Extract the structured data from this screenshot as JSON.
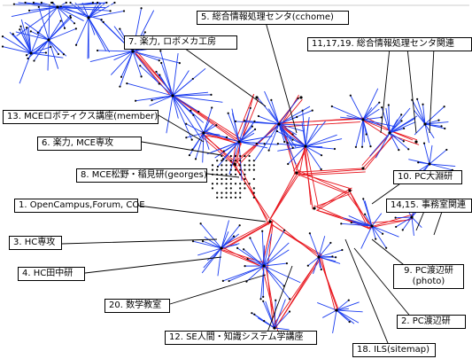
{
  "labels": {
    "l5": "5. 総合情報処理センタ(cchome)",
    "l7": "7. 楽力, ロボメカ工房",
    "l11": "11,17,19. 総合情報処理センタ関連",
    "l13": "13. MCEロボティクス講座(member)",
    "l6": "6. 楽力, MCE専攻",
    "l8": "8. MCE松野・稲見研(georges)",
    "l10": "10. PC大淵研",
    "l1": "1. OpenCampus,Forum, COE",
    "l14": "14,15. 事務室関連",
    "l3": "3. HC専攻",
    "l4": "4. HC田中研",
    "l9a": "9. PC渡辺研",
    "l9b": "(photo)",
    "l20": "20. 数学教室",
    "l2": "2. PC渡辺研",
    "l12": "12. SE人間・知識システム学講座",
    "l18": "18. ILS(sitemap)"
  },
  "edge_colors": {
    "red": "#e8141c",
    "blue": "#1a3cf0",
    "node": "#000000"
  }
}
